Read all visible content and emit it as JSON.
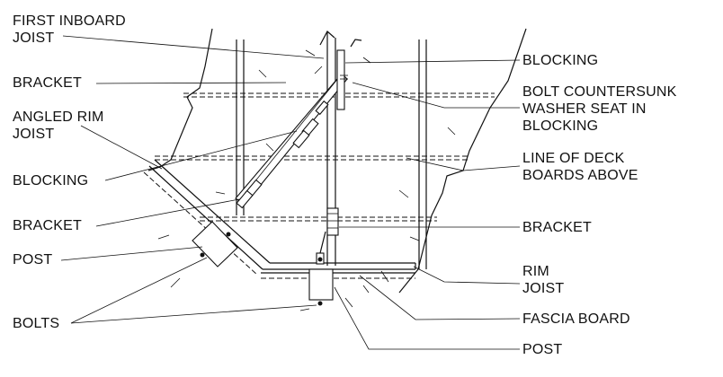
{
  "labels": {
    "first_inboard_joist": [
      "FIRST INBOARD",
      "JOIST"
    ],
    "bracket_top": "BRACKET",
    "angled_rim_joist": [
      "ANGLED RIM",
      "JOIST"
    ],
    "blocking_left": "BLOCKING",
    "bracket_left": "BRACKET",
    "post_left": "POST",
    "bolts": "BOLTS",
    "blocking_right": "BLOCKING",
    "bolt_countersunk": [
      "BOLT COUNTERSUNK",
      "WASHER SEAT IN",
      "BLOCKING"
    ],
    "line_of_deck": [
      "LINE OF DECK",
      "BOARDS ABOVE"
    ],
    "bracket_right": "BRACKET",
    "rim_joist": [
      "RIM",
      "JOIST"
    ],
    "fascia_board": "FASCIA BOARD",
    "post_bottom": "POST"
  }
}
